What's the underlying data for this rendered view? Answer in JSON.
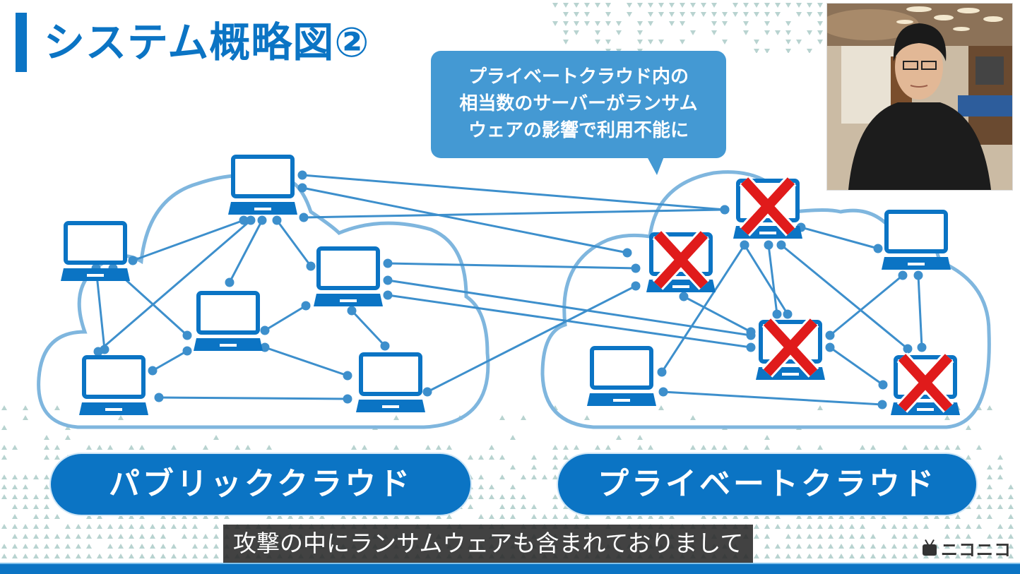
{
  "slide": {
    "title": "システム概略図②",
    "callout": {
      "lines": [
        "プライベートクラウド内の",
        "相当数のサーバーがランサム",
        "ウェアの影響で利用不能に"
      ]
    },
    "clouds": [
      {
        "label": "パブリッククラウド",
        "servers": [
          {
            "id": "pub-top",
            "status": "ok"
          },
          {
            "id": "pub-left",
            "status": "ok"
          },
          {
            "id": "pub-mid-right",
            "status": "ok"
          },
          {
            "id": "pub-center",
            "status": "ok"
          },
          {
            "id": "pub-bottom-left",
            "status": "ok"
          },
          {
            "id": "pub-bottom-right",
            "status": "ok"
          }
        ]
      },
      {
        "label": "プライベートクラウド",
        "servers": [
          {
            "id": "priv-top",
            "status": "down"
          },
          {
            "id": "priv-left",
            "status": "down"
          },
          {
            "id": "priv-right",
            "status": "ok"
          },
          {
            "id": "priv-center",
            "status": "down"
          },
          {
            "id": "priv-bottom-left",
            "status": "ok"
          },
          {
            "id": "priv-bottom-right",
            "status": "down"
          }
        ]
      }
    ],
    "colors": {
      "primary": "#0b74c4",
      "cloud_outline": "#7fb6de",
      "link": "#3d8fcc",
      "callout": "#4499d3",
      "failure_mark": "#e01b1b"
    }
  },
  "subtitle": "攻撃の中にランサムウェアも含まれておりまして",
  "watermark": {
    "icon": "tv-icon",
    "text": "ニコニコ"
  },
  "presenter": {
    "description": "presenter video feed"
  }
}
